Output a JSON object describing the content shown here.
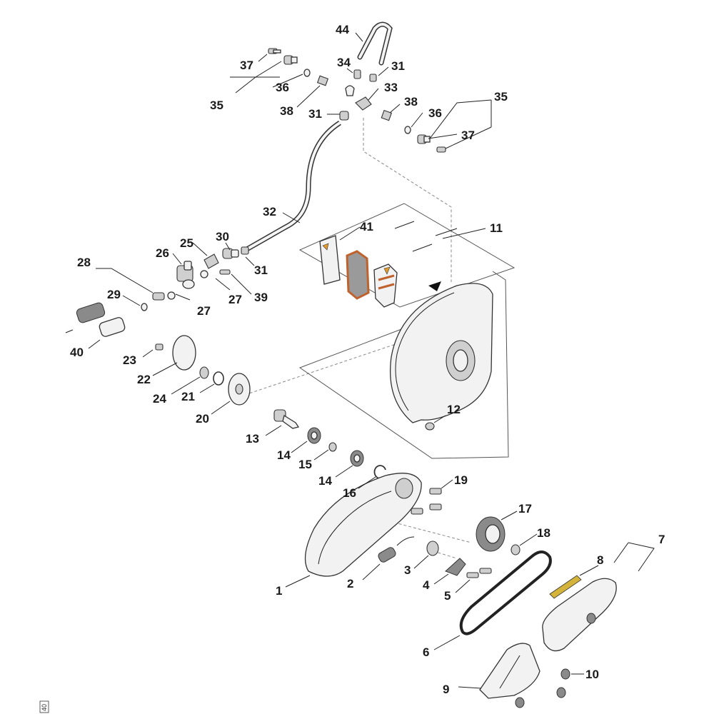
{
  "callouts": [
    "44",
    "37",
    "34",
    "31",
    "35",
    "36",
    "33",
    "38",
    "31",
    "38",
    "36",
    "35",
    "37",
    "32",
    "41",
    "11",
    "30",
    "25",
    "26",
    "31",
    "28",
    "29",
    "27",
    "39",
    "27",
    "40",
    "23",
    "22",
    "24",
    "21",
    "20",
    "12",
    "13",
    "14",
    "15",
    "14",
    "16",
    "19",
    "17",
    "18",
    "7",
    "8",
    "1",
    "2",
    "3",
    "4",
    "5",
    "6",
    "10",
    "9"
  ],
  "image_ref": "40"
}
